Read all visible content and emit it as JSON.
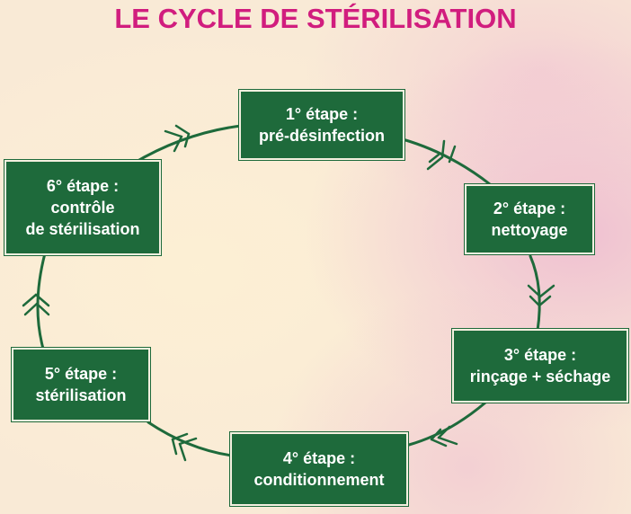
{
  "title": "LE CYCLE DE STÉRILISATION",
  "colors": {
    "title": "#d11d7e",
    "box_fill": "#1e6a3b",
    "box_text": "#ffffff",
    "arrow": "#1e6a3b",
    "background": "#fbefd6"
  },
  "steps": [
    {
      "heading": "1° étape :",
      "lines": [
        "pré-désinfection"
      ]
    },
    {
      "heading": "2° étape :",
      "lines": [
        "nettoyage"
      ]
    },
    {
      "heading": "3° étape :",
      "lines": [
        "rinçage + séchage"
      ]
    },
    {
      "heading": "4° étape :",
      "lines": [
        "conditionnement"
      ]
    },
    {
      "heading": "5° étape :",
      "lines": [
        "stérilisation"
      ]
    },
    {
      "heading": "6° étape :",
      "lines": [
        "contrôle",
        "de stérilisation"
      ]
    }
  ],
  "flow": {
    "direction": "clockwise",
    "connections": [
      {
        "from": 1,
        "to": 2
      },
      {
        "from": 2,
        "to": 3
      },
      {
        "from": 3,
        "to": 4
      },
      {
        "from": 4,
        "to": 5
      },
      {
        "from": 5,
        "to": 6
      },
      {
        "from": 6,
        "to": 1
      }
    ]
  }
}
